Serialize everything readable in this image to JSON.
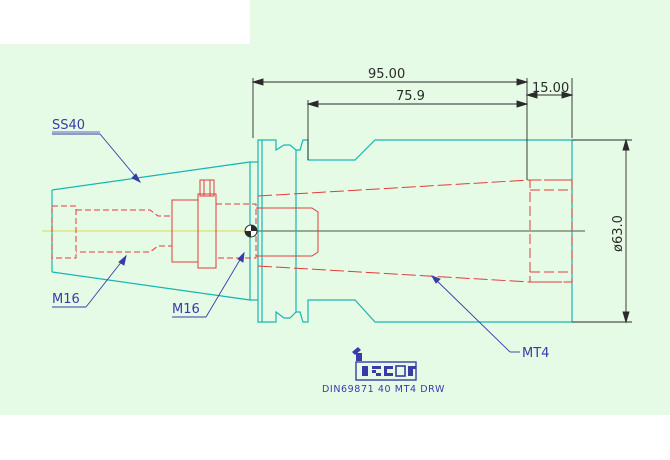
{
  "drawing": {
    "dimensions": {
      "overall_length": "95.00",
      "shank_length": "75.9",
      "end_length": "15.00",
      "diameter": "ø63.0"
    },
    "callouts": {
      "taper": "SS40",
      "thread_left": "M16",
      "thread_mid": "M16",
      "morse_taper": "MT4"
    },
    "logo_text": "iscar",
    "caption": "DIN69871 40 MT4 DRW"
  },
  "colors": {
    "background": "#ffffff",
    "panel": "#e6fbe6",
    "outline": "#19b5b5",
    "hidden": "#e23c3c",
    "dimension": "#2a2a2a",
    "callout": "#3a3aa8",
    "centerline": "#e0d84a"
  }
}
